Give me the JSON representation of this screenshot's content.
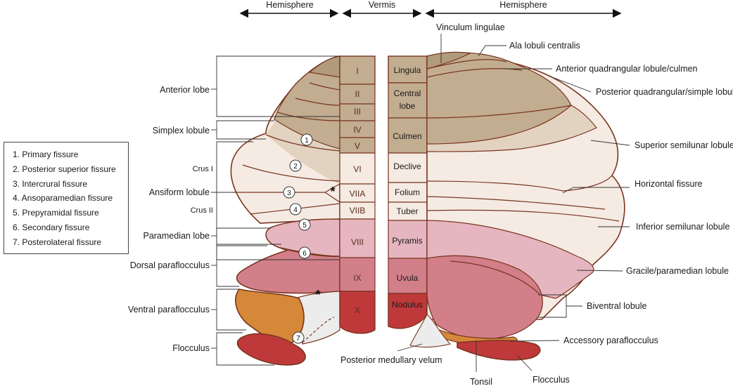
{
  "header": {
    "left": "Hemisphere",
    "center": "Vermis",
    "right": "Hemisphere"
  },
  "legend": [
    "1. Primary fissure",
    "2. Posterior superior fissure",
    "3. Intercrural fissure",
    "4. Ansoparamedian fissure",
    "5. Prepyramidal fissure",
    "6. Secondary fissure",
    "7. Posterolateral fissure"
  ],
  "left_labels": {
    "anterior_lobe": "Anterior lobe",
    "simplex_lobule": "Simplex lobule",
    "crus_1": "Crus I",
    "ansiform_lobule": "Ansiform lobule",
    "crus_2": "Crus II",
    "paramedian_lobe": "Paramedian lobe",
    "dorsal_paraflocculus": "Dorsal paraflocculus",
    "ventral_paraflocculus": "Ventral paraflocculus",
    "flocculus": "Flocculus"
  },
  "roman_lobules": [
    "I",
    "II",
    "III",
    "IV",
    "V",
    "VI",
    "VIIA",
    "VIIB",
    "VIII",
    "IX",
    "X"
  ],
  "vermis_names": {
    "lingula": "Lingula",
    "central_1": "Central",
    "central_2": "lobe",
    "culmen": "Culmen",
    "declive": "Declive",
    "folium": "Folium",
    "tuber": "Tuber",
    "pyramis": "Pyramis",
    "uvula": "Uvula",
    "nodulus": "Nodulus"
  },
  "fissure_numbers": [
    "1",
    "2",
    "3",
    "4",
    "5",
    "6",
    "7"
  ],
  "asterisk": "*",
  "right_labels": {
    "vinculum": "Vinculum lingulae",
    "ala": "Ala lobuli centralis",
    "anterior_quadrangular": "Anterior quadrangular lobule/culmen",
    "posterior_quadrangular": "Posterior quadrangular/simple lobule",
    "superior_semilunar": "Superior semilunar lobule",
    "horizontal_fissure": "Horizontal fissure",
    "inferior_semilunar": "Inferior semilunar lobule",
    "gracile": "Gracile/paramedian lobule",
    "biventral": "Biventral lobule",
    "accessory_paraflocculus": "Accessory paraflocculus",
    "flocculus": "Flocculus",
    "tonsil": "Tonsil",
    "posterior_medullary_velum": "Posterior medullary velum"
  },
  "colors": {
    "anterior": "#c2ad90",
    "anterior_dark": "#b09b7d",
    "simple": "#e2d3c0",
    "semilunar": "#f5ebe3",
    "paramedian": "#e6b6c0",
    "dorsal_parafloc": "#d27f8a",
    "ventral_parafloc": "#d58838",
    "flocculus": "#c0393a",
    "velum": "#ececec",
    "outline": "#7a3520"
  }
}
